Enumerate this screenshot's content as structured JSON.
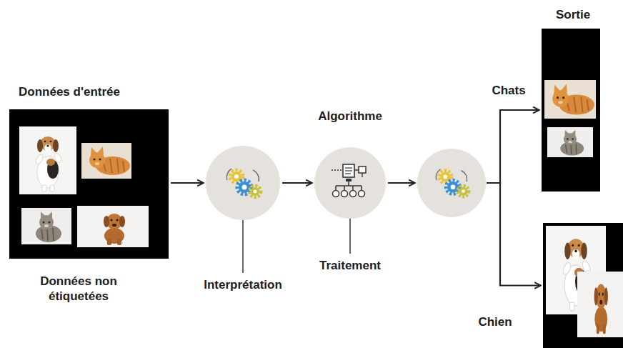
{
  "diagram": {
    "nodes": [
      {
        "text": [
          "Données d'entrée",
          "Données non étiquetées"
        ]
      },
      {
        "text": [
          "Interprétation"
        ]
      },
      {
        "text": [
          "Algorithme",
          "Traitement"
        ]
      },
      {
        "text": []
      },
      {
        "text": [
          "Sortie",
          "Chats"
        ]
      },
      {
        "text": [
          "Chien"
        ]
      }
    ],
    "edges": [
      {
        "from": 0,
        "to": 1,
        "arrow": "to"
      },
      {
        "from": 1,
        "to": 2,
        "arrow": "to"
      },
      {
        "from": 2,
        "to": 3,
        "arrow": "to"
      },
      {
        "from": 3,
        "to": 4,
        "arrow": "to"
      },
      {
        "from": 3,
        "to": 5,
        "arrow": "to"
      }
    ]
  }
}
